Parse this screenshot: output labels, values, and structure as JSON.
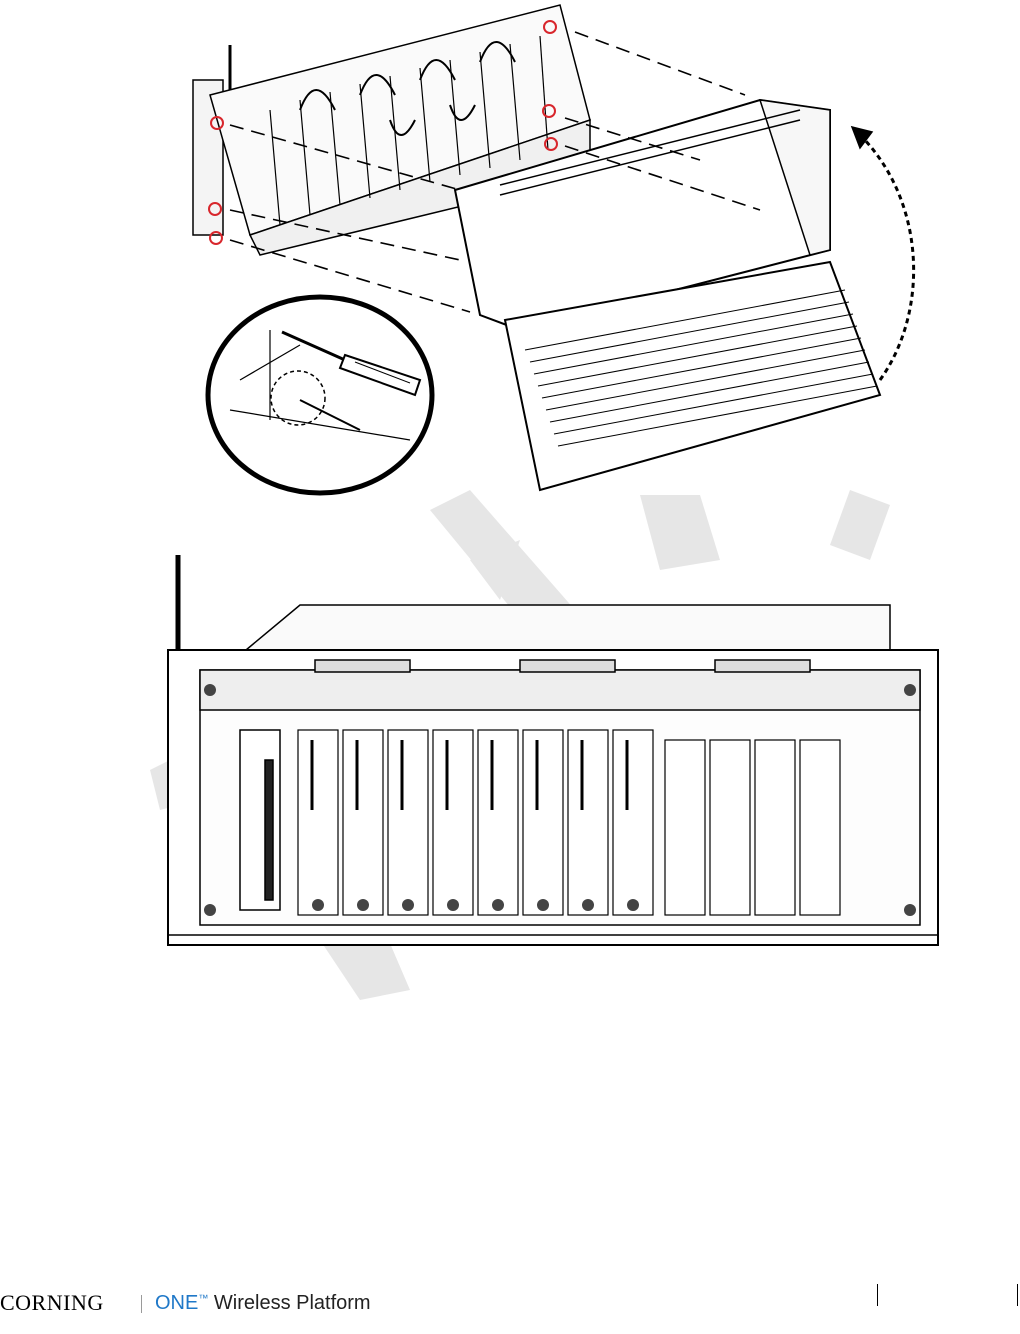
{
  "footer": {
    "company_logo": "CORNING",
    "product_one": "ONE",
    "product_tm": "™",
    "product_rest": " Wireless Platform"
  },
  "colors": {
    "callout_red": "#d8262c",
    "watermark_gray": "#e3e3e3",
    "one_blue": "#1f78c8"
  },
  "icons": [
    "screwdriver-icon",
    "curved-arrow-icon"
  ]
}
